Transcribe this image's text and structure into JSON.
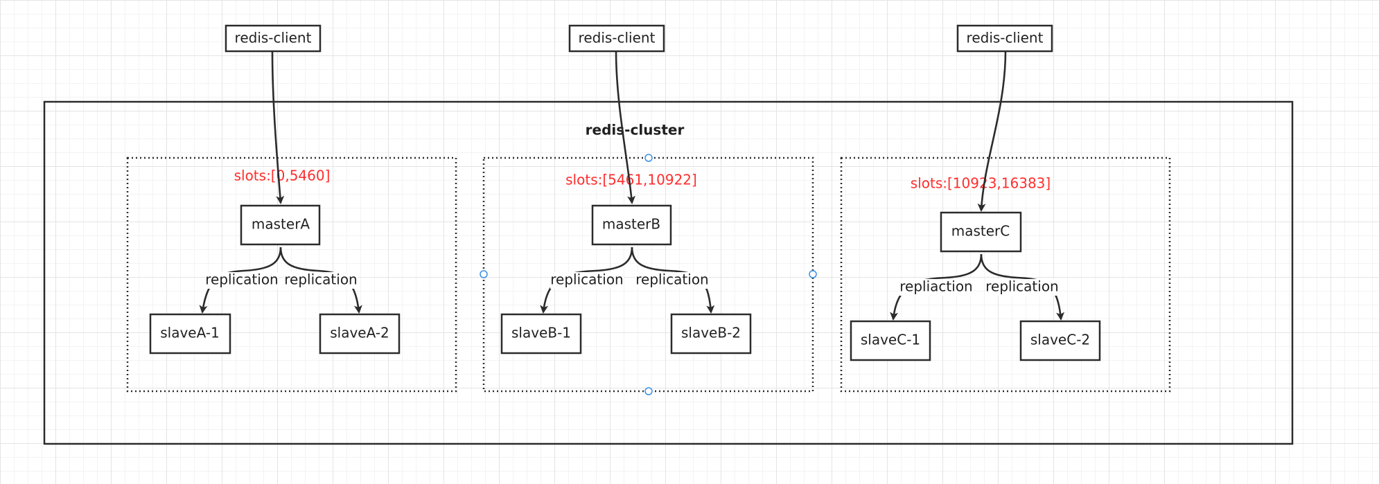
{
  "diagram": {
    "clients": [
      {
        "label": "redis-client"
      },
      {
        "label": "redis-client"
      },
      {
        "label": "redis-client"
      }
    ],
    "cluster_title": "redis-cluster",
    "shards": [
      {
        "slots": "slots:[0,5460]",
        "master": "masterA",
        "slaves": [
          "slaveA-1",
          "slaveA-2"
        ],
        "edge_labels": [
          "replication",
          "replication"
        ]
      },
      {
        "slots": "slots:[5461,10922]",
        "master": "masterB",
        "slaves": [
          "slaveB-1",
          "slaveB-2"
        ],
        "edge_labels": [
          "replication",
          "replication"
        ]
      },
      {
        "slots": "slots:[10923,16383]",
        "master": "masterC",
        "slaves": [
          "slaveC-1",
          "slaveC-2"
        ],
        "edge_labels": [
          "repliaction",
          "replication"
        ]
      }
    ]
  },
  "colors": {
    "slots_text": "#ff2d2d",
    "stroke": "#2b2b2b",
    "selection_handle": "#3a8ee6"
  }
}
